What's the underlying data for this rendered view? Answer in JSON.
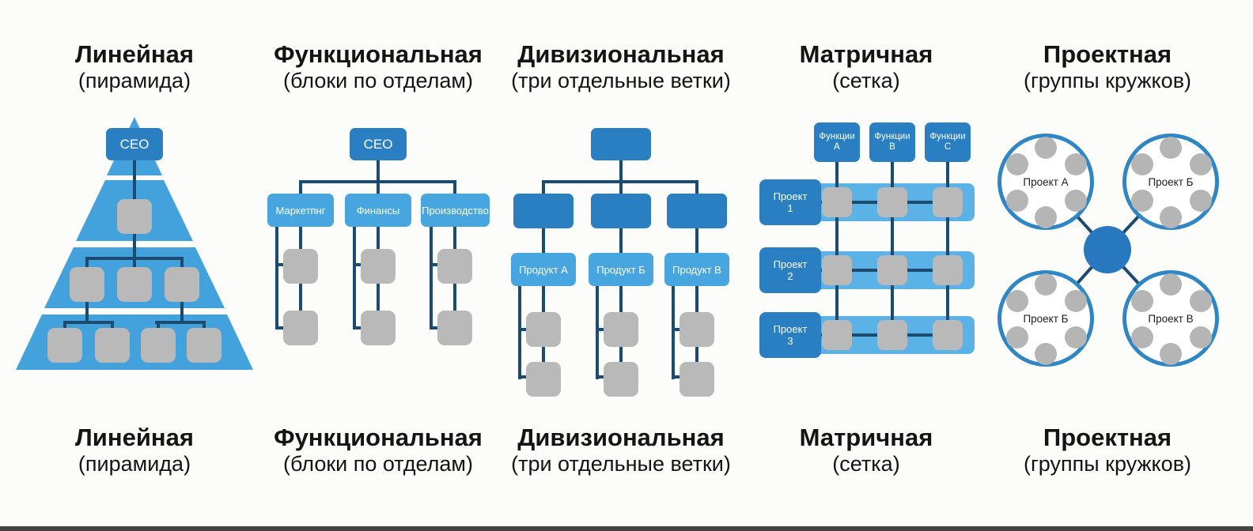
{
  "colors": {
    "dark_blue": "#2a7fc2",
    "light_blue": "#47a6e0",
    "pyramid_blue": "#43a2db",
    "matrix_band_blue": "#5bb2e7",
    "employee_gray": "#b9b9b9",
    "connector_navy": "#1b4b70",
    "circle_border_blue": "#2e86c4",
    "title_black": "#141414"
  },
  "sections": [
    {
      "title": "Линейная",
      "subtitle": "(пирамида)",
      "ceo_label": "CEO"
    },
    {
      "title": "Функциональная",
      "subtitle": "(блоки по отделам)",
      "ceo_label": "CEO",
      "departments": [
        "Маркетпнг",
        "Финансы",
        "Производство"
      ]
    },
    {
      "title": "Дивизиональная",
      "subtitle": "(три отдельные ветки)",
      "products": [
        "Продукт А",
        "Продукт Б",
        "Продукт В"
      ]
    },
    {
      "title": "Матричная",
      "subtitle": "(сетка)",
      "functions": [
        {
          "line1": "Функции",
          "line2": "А"
        },
        {
          "line1": "Функции",
          "line2": "В"
        },
        {
          "line1": "Функции",
          "line2": "С"
        }
      ],
      "projects": [
        {
          "line1": "Проект",
          "line2": "1"
        },
        {
          "line1": "Проект",
          "line2": "2"
        },
        {
          "line1": "Проект",
          "line2": "3"
        }
      ]
    },
    {
      "title": "Проектная",
      "subtitle": "(группы кружков)",
      "groups": [
        "Проект А",
        "Проект Б",
        "Проект Б",
        "Проект В"
      ]
    }
  ]
}
